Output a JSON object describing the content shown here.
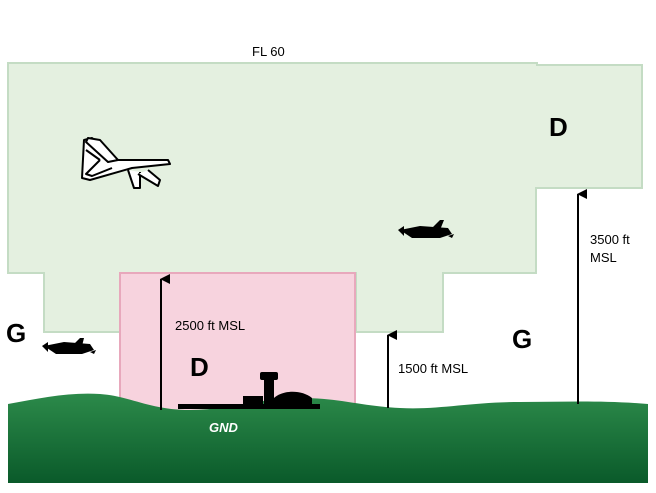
{
  "colors": {
    "class_d_upper_fill": "#e4f0e0",
    "class_d_upper_stroke": "#c4dcc4",
    "class_d_lower_fill": "#f7d3de",
    "class_d_lower_stroke": "#e8a8bc",
    "ground_top": "#2c8a4a",
    "ground_bottom": "#0a5a2a"
  },
  "labels": {
    "ceiling": "FL 60",
    "d_upper": "D",
    "d_lower": "D",
    "g_left": "G",
    "g_right": "G",
    "ground": "GND",
    "alt_2500": "2500 ft MSL",
    "alt_1500": "1500 ft MSL",
    "alt_3500_line1": "3500 ft",
    "alt_3500_line2": "MSL"
  },
  "icons": [
    "jet-airplane-icon",
    "small-airplane-icon",
    "control-tower-icon"
  ]
}
